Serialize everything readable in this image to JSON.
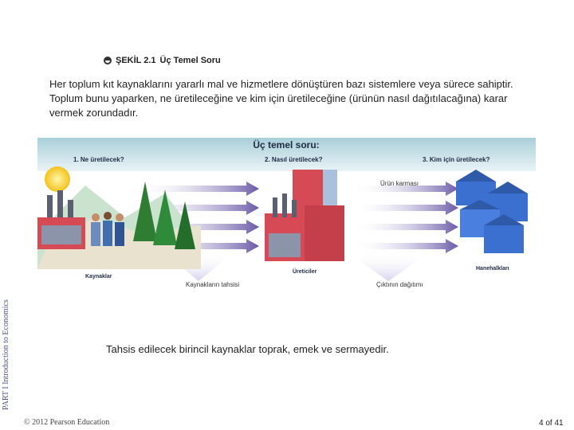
{
  "figure": {
    "label": "ŞEKİL 2.1",
    "title": "Üç Temel Soru"
  },
  "intro_text": "Her toplum kıt kaynaklarını yararlı mal ve hizmetlere dönüştüren bazı sistemlere veya sürece sahiptir. Toplum bunu yaparken, ne üretileceğine ve kim için üretileceğine (ürünün nasıl dağıtılacağına) karar vermek zorundadır.",
  "diagram": {
    "header": "Üç temel soru:",
    "questions": [
      "1. Ne üretilecek?",
      "2. Nasıl üretilecek?",
      "3. Kim için üretilecek?"
    ],
    "labels": {
      "resources": "Kaynaklar",
      "producers": "Üreticiler",
      "households": "Hanehalkları",
      "product_mix": "Ürün karması",
      "resource_allocation": "Kaynakların tahsisi",
      "output_distribution": "Çıktının dağıtımı"
    },
    "colors": {
      "header_band": "#b8d7df",
      "arrow": "#6a5aa8",
      "factory_red": "#d64a55",
      "house_blue": "#3b6fd0",
      "tree_green": "#2e7d32"
    }
  },
  "caption": "Tahsis edilecek birincil kaynaklar toprak, emek ve sermayedir.",
  "side_label": "PART I Introduction to Economics",
  "footer": {
    "copyright": "© 2012 Pearson Education",
    "page": "4 of 41"
  }
}
